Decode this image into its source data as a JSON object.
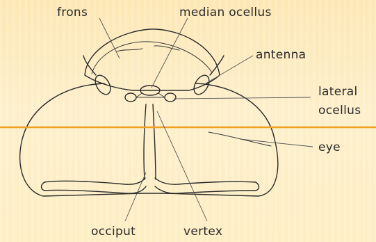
{
  "labels": {
    "frons": "frons",
    "median_ocellus": "median ocellus",
    "antenna": "antenna",
    "lateral_ocellus_line1": "lateral",
    "lateral_ocellus_line2": "ocellus",
    "eye": "eye",
    "occiput": "occiput",
    "vertex": "vertex"
  },
  "colors": {
    "background": "#fdeec0",
    "accent_line": "#f0a020",
    "ink": "#2b2b2b"
  }
}
